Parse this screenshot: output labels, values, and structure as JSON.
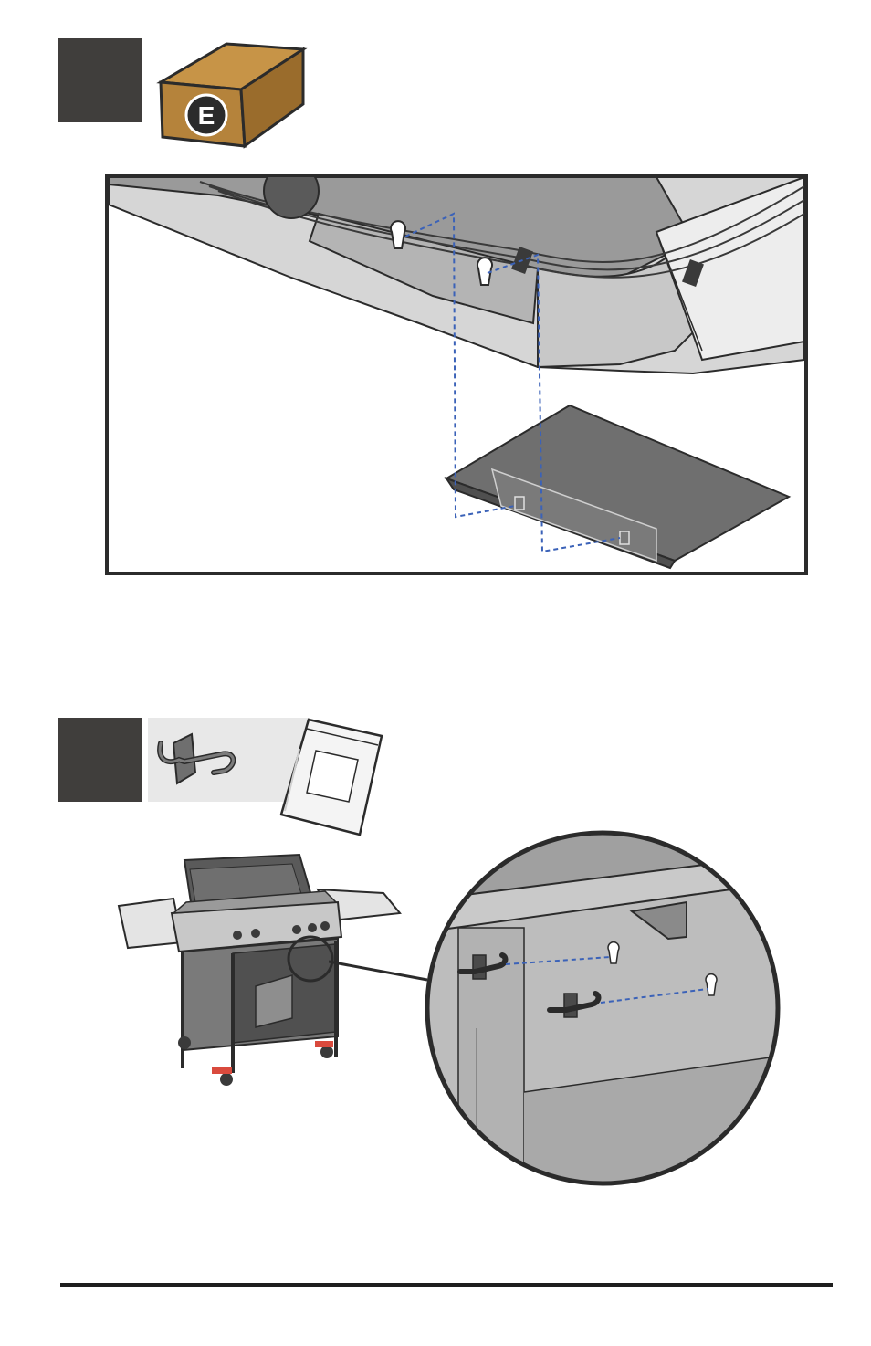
{
  "step1": {
    "parts_box": {
      "letter": "E",
      "box_color": "#b5833b",
      "badge_color": "#2b2b2b"
    },
    "illustration": "drip-tray-hanging-on-keyhole-slots"
  },
  "step2": {
    "parts": [
      "tool-hook",
      "hardware-bag"
    ],
    "illustration": "tool-hooks-on-grill-cart-side-panel"
  },
  "colors": {
    "step_square": "#403e3c",
    "guide_line": "#3b62b8",
    "panel_gray": "#bdbdbd",
    "tray_gray": "#6f6f6f"
  }
}
